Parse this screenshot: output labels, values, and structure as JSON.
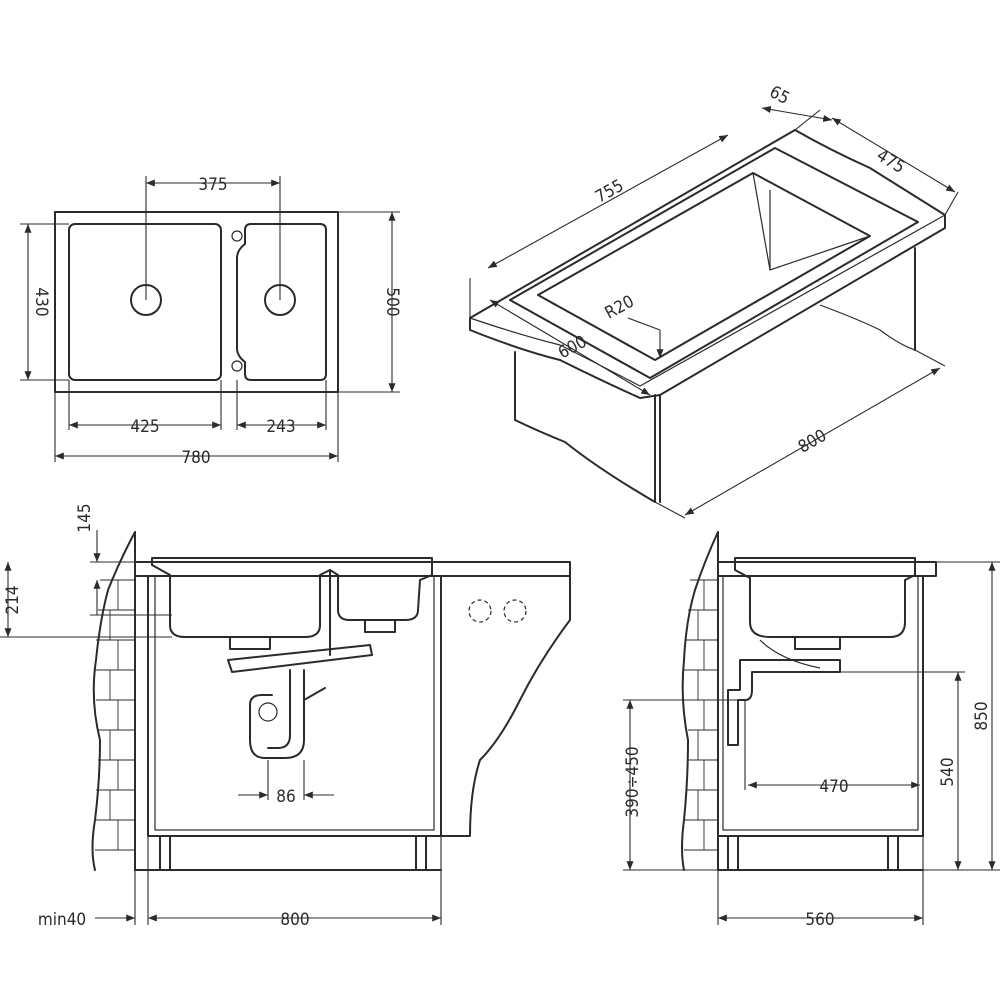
{
  "dimensions": {
    "top_view": {
      "bowl_spacing": "375",
      "inner_height": "430",
      "outer_height": "500",
      "large_bowl_width": "425",
      "small_bowl_width": "243",
      "overall_width": "780"
    },
    "iso_view": {
      "rim": "65",
      "depth": "475",
      "length": "755",
      "radius": "R20",
      "front": "600",
      "cabinet": "800"
    },
    "front_section": {
      "rim_to_drain": "145",
      "sink_depth": "214",
      "trap_offset": "86",
      "cabinet_width": "800",
      "min_gap": "min40"
    },
    "side_section": {
      "drain_height": "390÷450",
      "drain_offset": "470",
      "drain_level": "540",
      "counter_height": "850",
      "cabinet_depth": "560"
    }
  },
  "colors": {
    "line": "#2b2b2b",
    "background": "#ffffff"
  }
}
